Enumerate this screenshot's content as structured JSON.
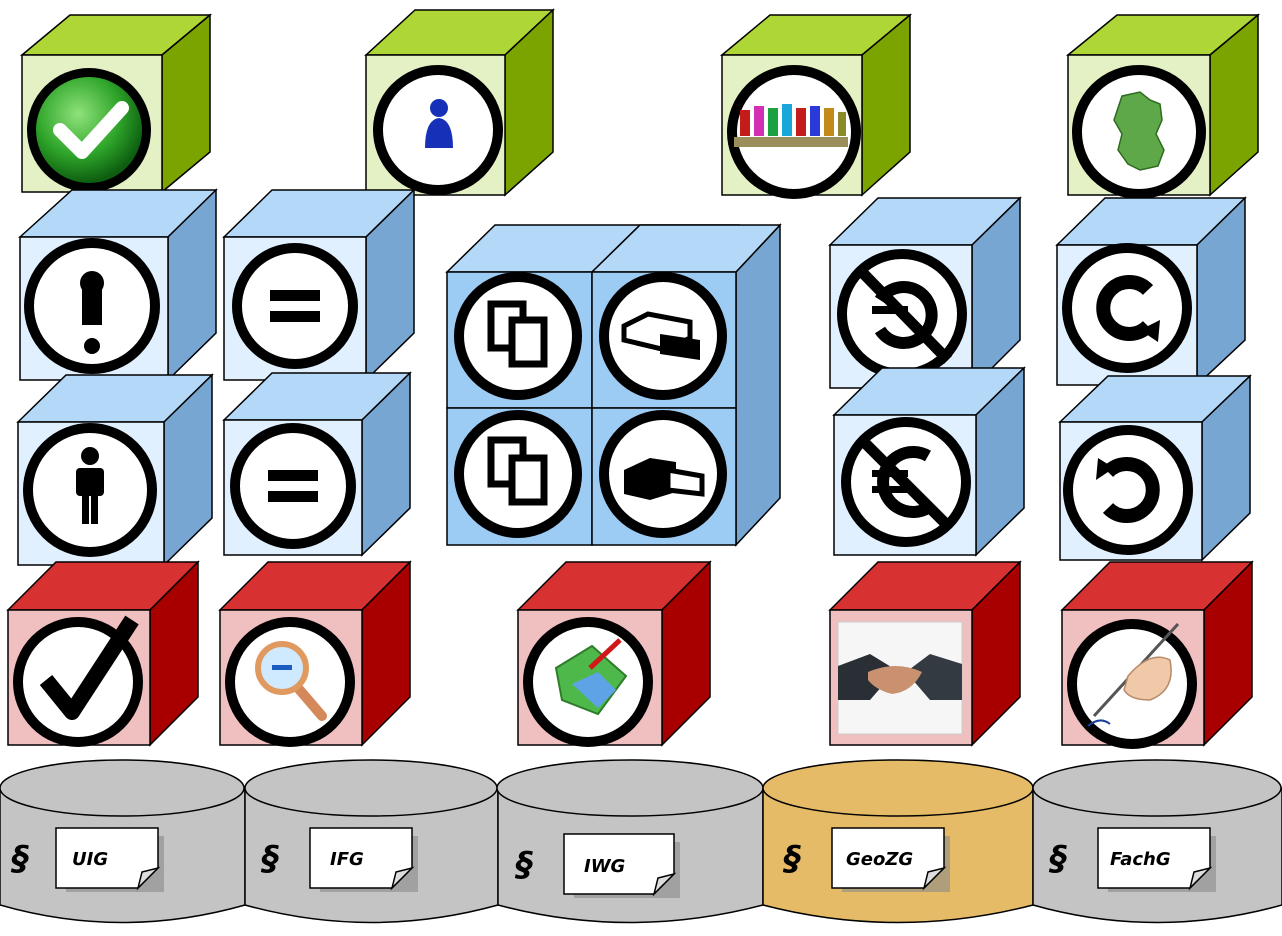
{
  "colors": {
    "green_front": "#e4f1c4",
    "green_top": "#aed637",
    "green_side": "#7ca400",
    "blue_front": "#e0f0ff",
    "blue_top": "#b4d8f8",
    "blue_side": "#78a6d2",
    "blue_center_front": "#9ccbf4",
    "red_front": "#f0bfc0",
    "red_top": "#d83131",
    "red_side": "#a80000",
    "cylinder_grey": "#c4c4c4",
    "cylinder_gold": "#e5bb68",
    "section_sign": "#000000"
  },
  "green_row": {
    "icons": [
      "check-icon",
      "person-icon",
      "group-icon",
      "germany-map-icon"
    ]
  },
  "blue_row": {
    "icons_top": [
      "cc-attribution-exclaim-icon",
      "cc-no-derivatives-icon",
      "cc-share-icon",
      "cc-remix-icon",
      "cc-noncommercial-icon",
      "cc-copyright-icon"
    ],
    "icons_bottom": [
      "cc-by-icon",
      "cc-nd-icon",
      "cc-share-2-icon",
      "cc-remix-2-icon",
      "cc-euro-noncommercial-icon",
      "cc-copyleft-icon"
    ]
  },
  "red_row": {
    "icons": [
      "checkmark-icon",
      "magnifier-icon",
      "map-edit-icon",
      "handshake-icon",
      "signature-icon"
    ]
  },
  "laws": [
    {
      "symbol": "§",
      "label": "UIG"
    },
    {
      "symbol": "§",
      "label": "IFG"
    },
    {
      "symbol": "§",
      "label": "IWG"
    },
    {
      "symbol": "§",
      "label": "GeoZG"
    },
    {
      "symbol": "§",
      "label": "FachG"
    }
  ]
}
